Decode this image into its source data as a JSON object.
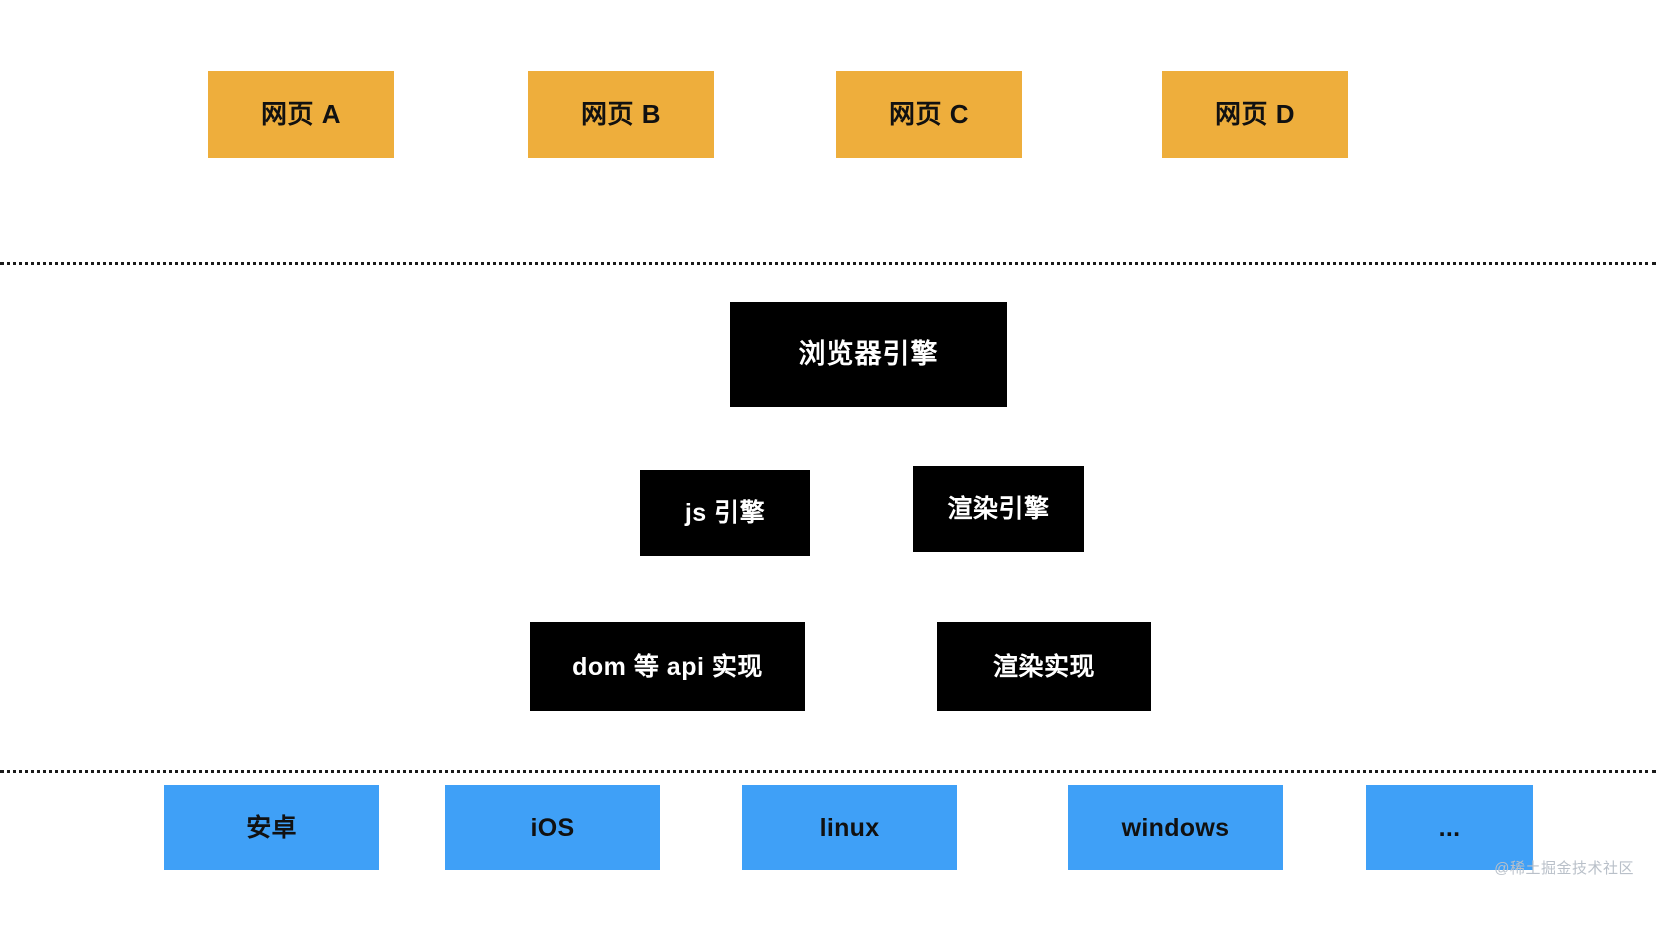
{
  "diagram": {
    "title": "browser architecture layers",
    "colors": {
      "page_layer": "#eeae3c",
      "engine_layer": "#000000",
      "os_layer": "#3fa0f7",
      "divider": "#1a1a1a",
      "watermark": "#b9c0c9"
    },
    "layers": [
      {
        "id": "web-pages",
        "kind": "pages",
        "nodes": [
          {
            "id": "page-a",
            "label": "网页 A"
          },
          {
            "id": "page-b",
            "label": "网页 B"
          },
          {
            "id": "page-c",
            "label": "网页 C"
          },
          {
            "id": "page-d",
            "label": "网页 D"
          }
        ]
      },
      {
        "id": "browser-engine",
        "kind": "engine",
        "nodes": [
          {
            "id": "engine-main",
            "label": "浏览器引擎"
          },
          {
            "id": "engine-js",
            "label": "js 引擎"
          },
          {
            "id": "engine-render",
            "label": "渲染引擎"
          },
          {
            "id": "impl-dom",
            "label": "dom 等 api 实现"
          },
          {
            "id": "impl-render",
            "label": "渲染实现"
          }
        ]
      },
      {
        "id": "operating-systems",
        "kind": "platform",
        "nodes": [
          {
            "id": "os-android",
            "label": "安卓"
          },
          {
            "id": "os-ios",
            "label": "iOS"
          },
          {
            "id": "os-linux",
            "label": "linux"
          },
          {
            "id": "os-windows",
            "label": "windows"
          },
          {
            "id": "os-other",
            "label": "..."
          }
        ]
      }
    ]
  },
  "watermark": {
    "text": "@稀土掘金技术社区"
  }
}
